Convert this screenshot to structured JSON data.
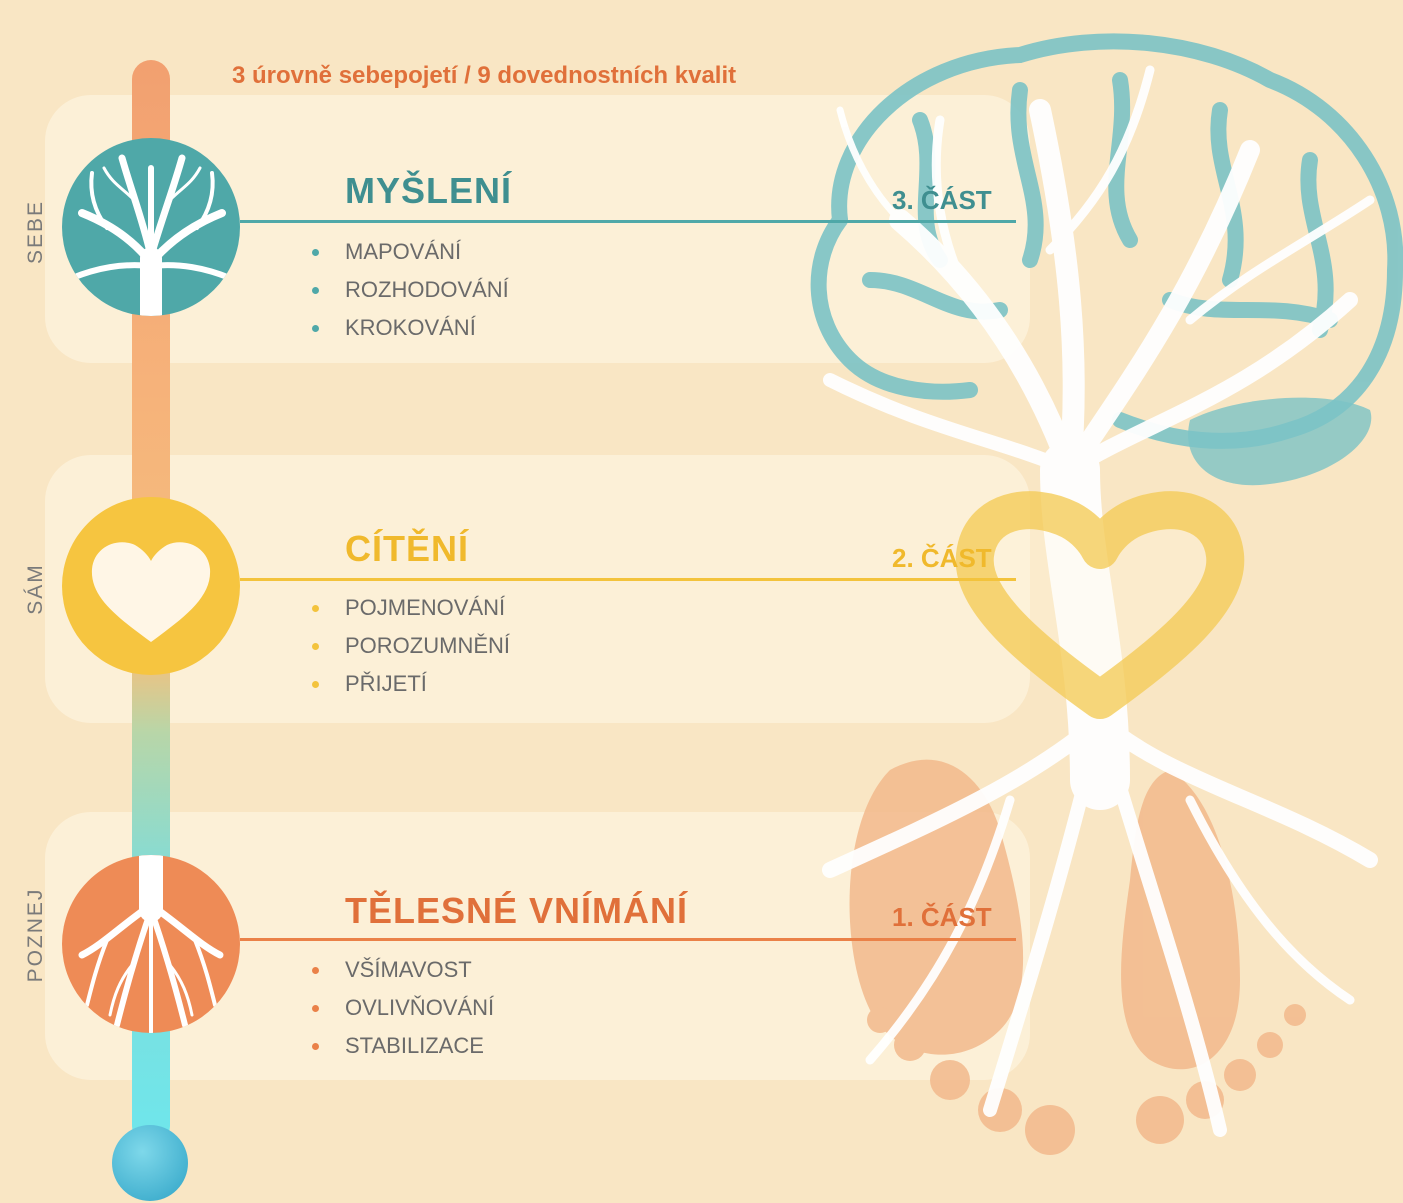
{
  "subtitle": "3 úrovně sebepojetí / 9 dovednostních kvalit",
  "colors": {
    "teal": "#4fa8a8",
    "yellow": "#f3c33c",
    "orange": "#ea8148",
    "text": "#6a6a6a",
    "background": "#f9e6c4"
  },
  "levels": [
    {
      "side": "SEBE",
      "heading": "MYŠLENÍ",
      "part": "3. ČÁST",
      "icon": "tree-canopy-icon",
      "items": [
        "MAPOVÁNÍ",
        "ROZHODOVÁNÍ",
        "KROKOVÁNÍ"
      ]
    },
    {
      "side": "SÁM",
      "heading": "CÍTĚNÍ",
      "part": "2. ČÁST",
      "icon": "heart-icon",
      "items": [
        "POJMENOVÁNÍ",
        "POROZUMNĚNÍ",
        "PŘIJETÍ"
      ]
    },
    {
      "side": "POZNEJ",
      "heading": "TĚLESNÉ VNÍMÁNÍ",
      "part": "1. ČÁST",
      "icon": "tree-roots-icon",
      "items": [
        "VŠÍMAVOST",
        "OVLIVŇOVÁNÍ",
        "STABILIZACE"
      ]
    }
  ],
  "illustration": "brain-tree-heart-feet-illustration"
}
